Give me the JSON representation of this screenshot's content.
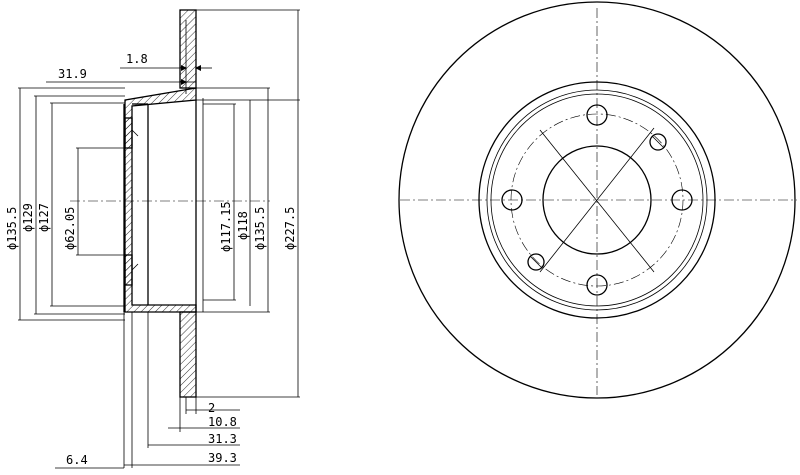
{
  "diagram": {
    "side_view": {
      "top_dimensions": {
        "hub_thickness": "1.8",
        "hat_depth": "31.9"
      },
      "left_diameters": {
        "outer": "ϕ135.5",
        "d129": "ϕ129",
        "d127": "ϕ127",
        "bore": "ϕ62.05"
      },
      "right_diameters": {
        "d117": "ϕ117.15",
        "d118": "ϕ118",
        "d135": "ϕ135.5",
        "disc": "ϕ227.5"
      },
      "bottom_dimensions": {
        "min_thickness": "2",
        "disc_thickness": "10.8",
        "d313": "31.3",
        "overall_height": "39.3",
        "offset": "6.4"
      }
    },
    "front_view": {
      "bolt_holes": 4,
      "extra_holes": 2
    }
  }
}
